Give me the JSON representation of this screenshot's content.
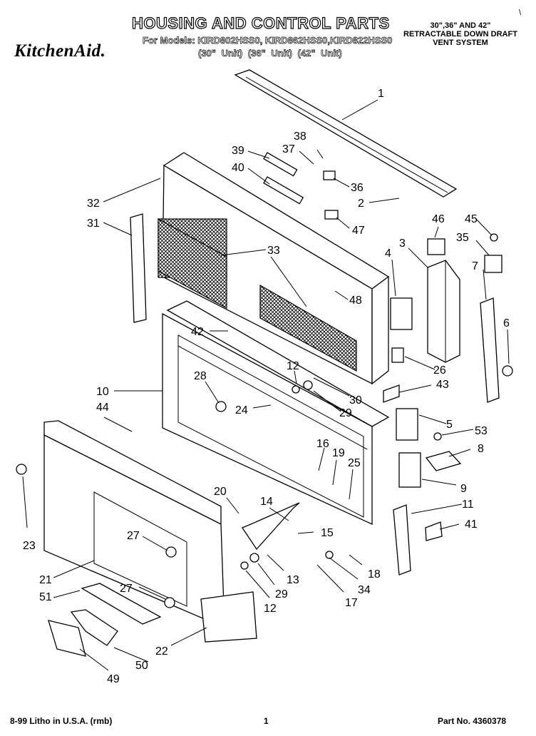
{
  "header": {
    "title": "HOUSING AND CONTROL PARTS",
    "models": "For Models: KIRD802HSS0, KIRD862HSS0,KIRD822HSS0",
    "units": "(30\" Unit)   (36\" Unit)   (42\" Unit)",
    "brand": "KitchenAid.",
    "system_desc": [
      "30\",36\" AND 42\"",
      "RETRACTABLE DOWN DRAFT",
      "VENT SYSTEM"
    ],
    "corner_mark": "\\"
  },
  "footer": {
    "litho": "8-99 Litho in U.S.A. (rmb)",
    "page": "1",
    "part_no": "Part No. 4360378"
  },
  "callouts": [
    "1",
    "38",
    "39",
    "37",
    "40",
    "36",
    "2",
    "32",
    "31",
    "47",
    "46",
    "45",
    "33",
    "35",
    "3",
    "4",
    "7",
    "48",
    "6",
    "42",
    "26",
    "12",
    "28",
    "10",
    "30",
    "43",
    "44",
    "24",
    "29",
    "5",
    "53",
    "16",
    "19",
    "8",
    "25",
    "9",
    "20",
    "14",
    "11",
    "41",
    "15",
    "27",
    "23",
    "21",
    "13",
    "18",
    "29",
    "34",
    "12",
    "27",
    "51",
    "17",
    "22",
    "50",
    "49"
  ]
}
